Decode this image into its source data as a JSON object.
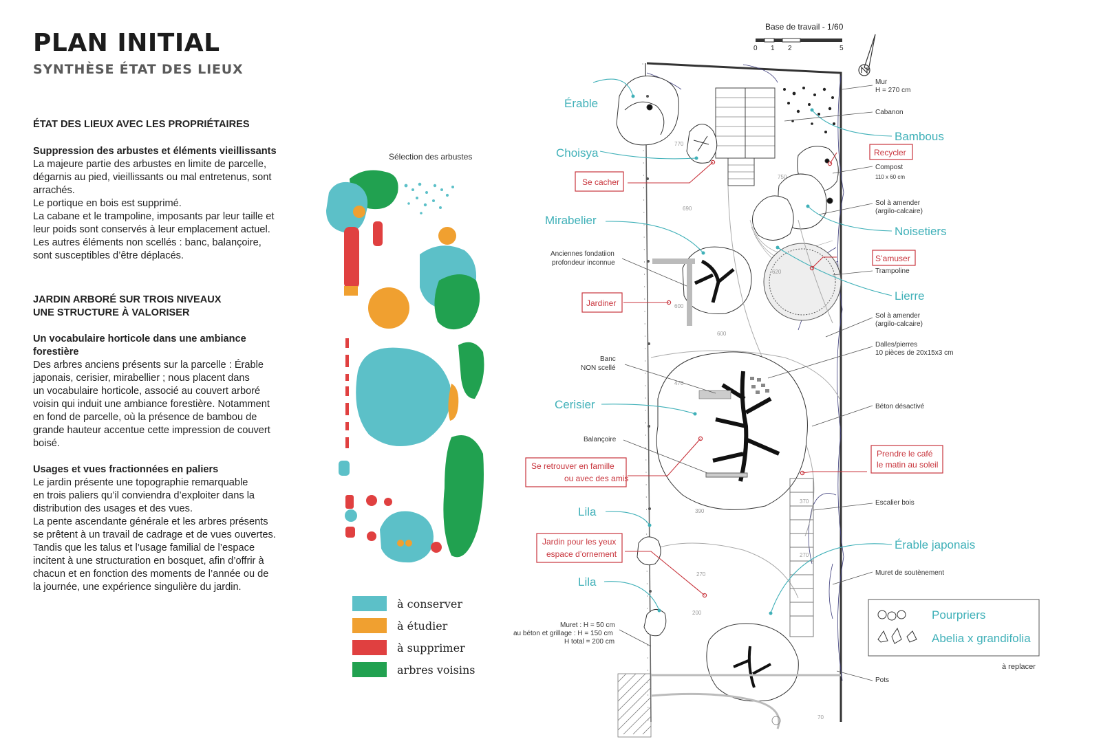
{
  "header": {
    "title": "PLAN INITIAL",
    "subtitle": "SYNTHÈSE ÉTAT DES LIEUX"
  },
  "text": {
    "section1_title": "ÉTAT DES LIEUX AVEC LES PROPRIÉTAIRES",
    "s1_heading": "Suppression des arbustes et éléments vieillissants",
    "s1_l1": "La majeure partie des arbustes en limite de parcelle,",
    "s1_l2": "dégarnis au pied, vieillissants ou mal entretenus, sont",
    "s1_l3": "arrachés.",
    "s1_l4": "Le portique en bois est supprimé.",
    "s1_l5": "La cabane et le trampoline, imposants par leur taille et",
    "s1_l6": "leur poids sont conservés à leur emplacement actuel.",
    "s1_l7": "Les autres éléments non scellés : banc, balançoire,",
    "s1_l8": "sont susceptibles d’être déplacés.",
    "section2_title_l1": "JARDIN ARBORÉ SUR TROIS NIVEAUX",
    "section2_title_l2": "UNE STRUCTURE À VALORISER",
    "s2_heading_l1": "Un vocabulaire horticole dans une ambiance",
    "s2_heading_l2": "forestière",
    "s2_l1": "Des arbres anciens présents sur la parcelle : Érable",
    "s2_l2": "japonais, cerisier, mirabellier ; nous placent dans",
    "s2_l3": "un vocabulaire horticole, associé au couvert arboré",
    "s2_l4": "voisin qui induit une ambiance forestière. Notamment",
    "s2_l5": "en fond de parcelle, où la présence de bambou de",
    "s2_l6": "grande hauteur accentue cette impression de couvert",
    "s2_l7": "boisé.",
    "s3_heading": "Usages et vues fractionnées en paliers",
    "s3_l1": "Le jardin présente une topographie remarquable",
    "s3_l2": "en trois paliers qu’il conviendra d’exploiter dans la",
    "s3_l3": "distribution des usages et des vues.",
    "s3_l4": "La pente ascendante générale et les arbres présents",
    "s3_l5": "se prêtent à un travail de cadrage et de vues ouvertes.",
    "s3_l6": "Tandis que les talus et l’usage familial de l’espace",
    "s3_l7": "incitent à une structuration en bosquet, afin d’offrir à",
    "s3_l8": "chacun et en fonction des moments de l’année ou de",
    "s3_l9": "la journée, une expérience singulière du jardin."
  },
  "shrubs": {
    "caption": "Sélection des arbustes"
  },
  "legend": {
    "items": [
      {
        "label": "à conserver",
        "color": "#5cc0c8"
      },
      {
        "label": "à étudier",
        "color": "#f0a030"
      },
      {
        "label": "à supprimer",
        "color": "#e04040"
      },
      {
        "label": "arbres voisins",
        "color": "#21a150"
      }
    ]
  },
  "colors": {
    "teal_label": "#3fb0b8",
    "red_label": "#c8343c",
    "line": "#333333"
  },
  "plan": {
    "scale_title": "Base de travail - 1/60",
    "scale_ticks": [
      "0",
      "1",
      "2",
      "5"
    ],
    "teal_labels": {
      "erable": "Érable",
      "choisya": "Choisya",
      "mirabelier": "Mirabelier",
      "cerisier": "Cerisier",
      "lila1": "Lila",
      "lila2": "Lila",
      "bambous": "Bambous",
      "noisetiers": "Noisetiers",
      "lierre": "Lierre",
      "erable_japonais": "Érable japonais"
    },
    "red_labels": {
      "se_cacher": "Se cacher",
      "jardiner": "Jardiner",
      "famille_l1": "Se retrouver en famille",
      "famille_l2": "ou avec des amis",
      "yeux_l1": "Jardin pour les yeux",
      "yeux_l2": "espace d’ornement",
      "recycler": "Recycler",
      "samuser": "S’amuser",
      "cafe_l1": "Prendre le café",
      "cafe_l2": "le matin au soleil"
    },
    "notes": {
      "mur_l1": "Mur",
      "mur_l2": "H = 270 cm",
      "cabanon": "Cabanon",
      "compost_l1": "Compost",
      "compost_l2": "110 x 60 cm",
      "sol1_l1": "Sol à amender",
      "sol1_l2": "(argilo-calcaire)",
      "trampoline": "Trampoline",
      "sol2_l1": "Sol à amender",
      "sol2_l2": "(argilo-calcaire)",
      "dalles_l1": "Dalles/pierres",
      "dalles_l2": "10 pièces de 20x15x3 cm",
      "beton": "Béton désactivé",
      "escalier": "Escalier bois",
      "muret_sout": "Muret de soutènement",
      "pots": "Pots",
      "fondations_l1": "Anciennes fondatiion",
      "fondations_l2": "profondeur inconnue",
      "banc_l1": "Banc",
      "banc_l2": "NON scellé",
      "balancoire": "Balançoire",
      "muret_l1": "Muret : H = 50 cm",
      "muret_l2": "au béton et grillage : H = 150 cm",
      "muret_l3": "H total = 200 cm"
    },
    "elevations": [
      "770",
      "750",
      "690",
      "620",
      "600",
      "600",
      "470",
      "390",
      "370",
      "270",
      "270",
      "200",
      "70"
    ],
    "replace_box": {
      "item1": "Pourpriers",
      "item2": "Abelia x grandifolia",
      "caption": "à replacer"
    }
  }
}
